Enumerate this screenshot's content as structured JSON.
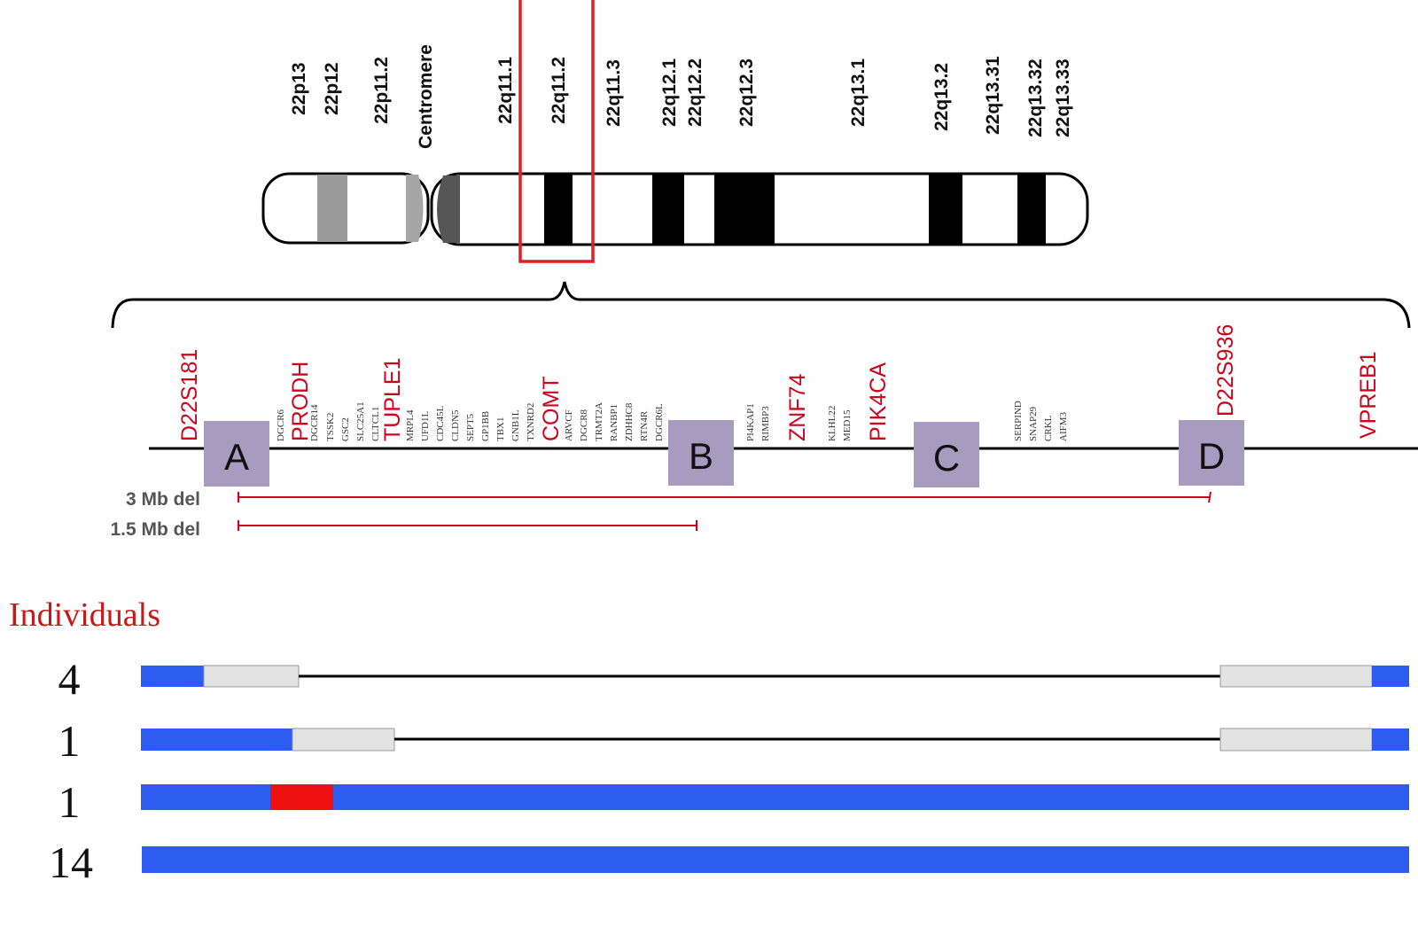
{
  "band_labels": [
    "22p13",
    "22p12",
    "22p11.2",
    "Centromere",
    "22q11.1",
    "22q11.2",
    "22q11.3",
    "22q12.1",
    "22q12.2",
    "22q12.3",
    "22q13.1",
    "22q13.2",
    "22q13.31",
    "22q13.32",
    "22q13.33"
  ],
  "genes_highlight": [
    "D22S181",
    "PRODH",
    "TUPLE1",
    "COMT",
    "ZNF74",
    "PIK4CA",
    "D22S936",
    "VPREB1"
  ],
  "genes_small": {
    "group1": [
      "DGCR6",
      "DGCR14",
      "TSSK2",
      "GSC2",
      "SLC25A1",
      "CLTCL1"
    ],
    "group2": [
      "MRPL4",
      "UFD1L",
      "CDC45L",
      "CLDN5",
      "SEPT5",
      "GP1BB",
      "TBX1",
      "GNB1L",
      "TXNRD2"
    ],
    "group3": [
      "ARVCF",
      "DGCR8",
      "TRMT2A",
      "RANBP1",
      "ZDHHC8",
      "RTN4R",
      "DGCR6L"
    ],
    "group4": [
      "PI4KAP1",
      "RIMBP3"
    ],
    "group5": [
      "KLHL22",
      "MED15"
    ],
    "group6": [
      "SERPIND",
      "SNAP29",
      "CRKL",
      "AIFM3"
    ]
  },
  "lcr_labels": [
    "A",
    "B",
    "C",
    "D"
  ],
  "deletions": [
    {
      "label": "3 Mb del"
    },
    {
      "label": "1.5 Mb del"
    }
  ],
  "individuals_title": "Individuals",
  "individual_counts": [
    "4",
    "1",
    "1",
    "14"
  ],
  "colors": {
    "accent_red": "#d0021b",
    "highlight_box": "#e02020",
    "lcr_box": "#a79bbf",
    "track_blue": "#2f5cf0",
    "track_gray": "#e3e3e3",
    "track_red": "#ee1111"
  }
}
